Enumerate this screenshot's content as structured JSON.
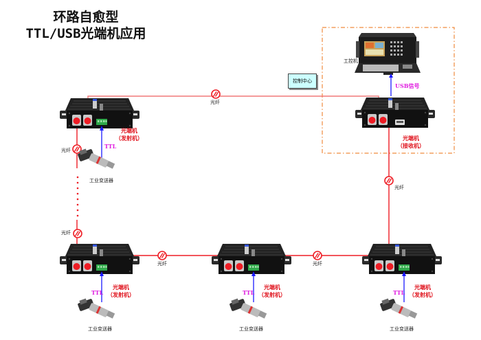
{
  "title": {
    "line1": "环路自愈型",
    "line2": "TTL/USB光端机应用"
  },
  "control_center": {
    "label": "控制中心",
    "ipc_label": "工控机",
    "usb_signal_label": "USB信号",
    "receiver": {
      "label_line1": "光端机",
      "label_line2": "（接收机）"
    }
  },
  "fiber_label": "光纤",
  "ttl_label": "TTL",
  "sensor_label": "工业变送器",
  "transmitters": [
    {
      "id": "tx-top-left",
      "label_line1": "光端机",
      "label_line2": "（发射机）"
    },
    {
      "id": "tx-bottom-left",
      "label_line1": "光端机",
      "label_line2": "（发射机）"
    },
    {
      "id": "tx-bottom-middle",
      "label_line1": "光端机",
      "label_line2": "（发射机）"
    },
    {
      "id": "tx-bottom-right",
      "label_line1": "光端机",
      "label_line2": "（发射机）"
    }
  ],
  "colors": {
    "fiber": "#ee1c24",
    "fiber_light": "#f07878",
    "ttl_arrow": "#1a1aff",
    "ttl_text": "#e020e0",
    "control_border": "#f08a3c",
    "control_box_fill": "#ccffff",
    "device_body": "#1a1a1a"
  }
}
